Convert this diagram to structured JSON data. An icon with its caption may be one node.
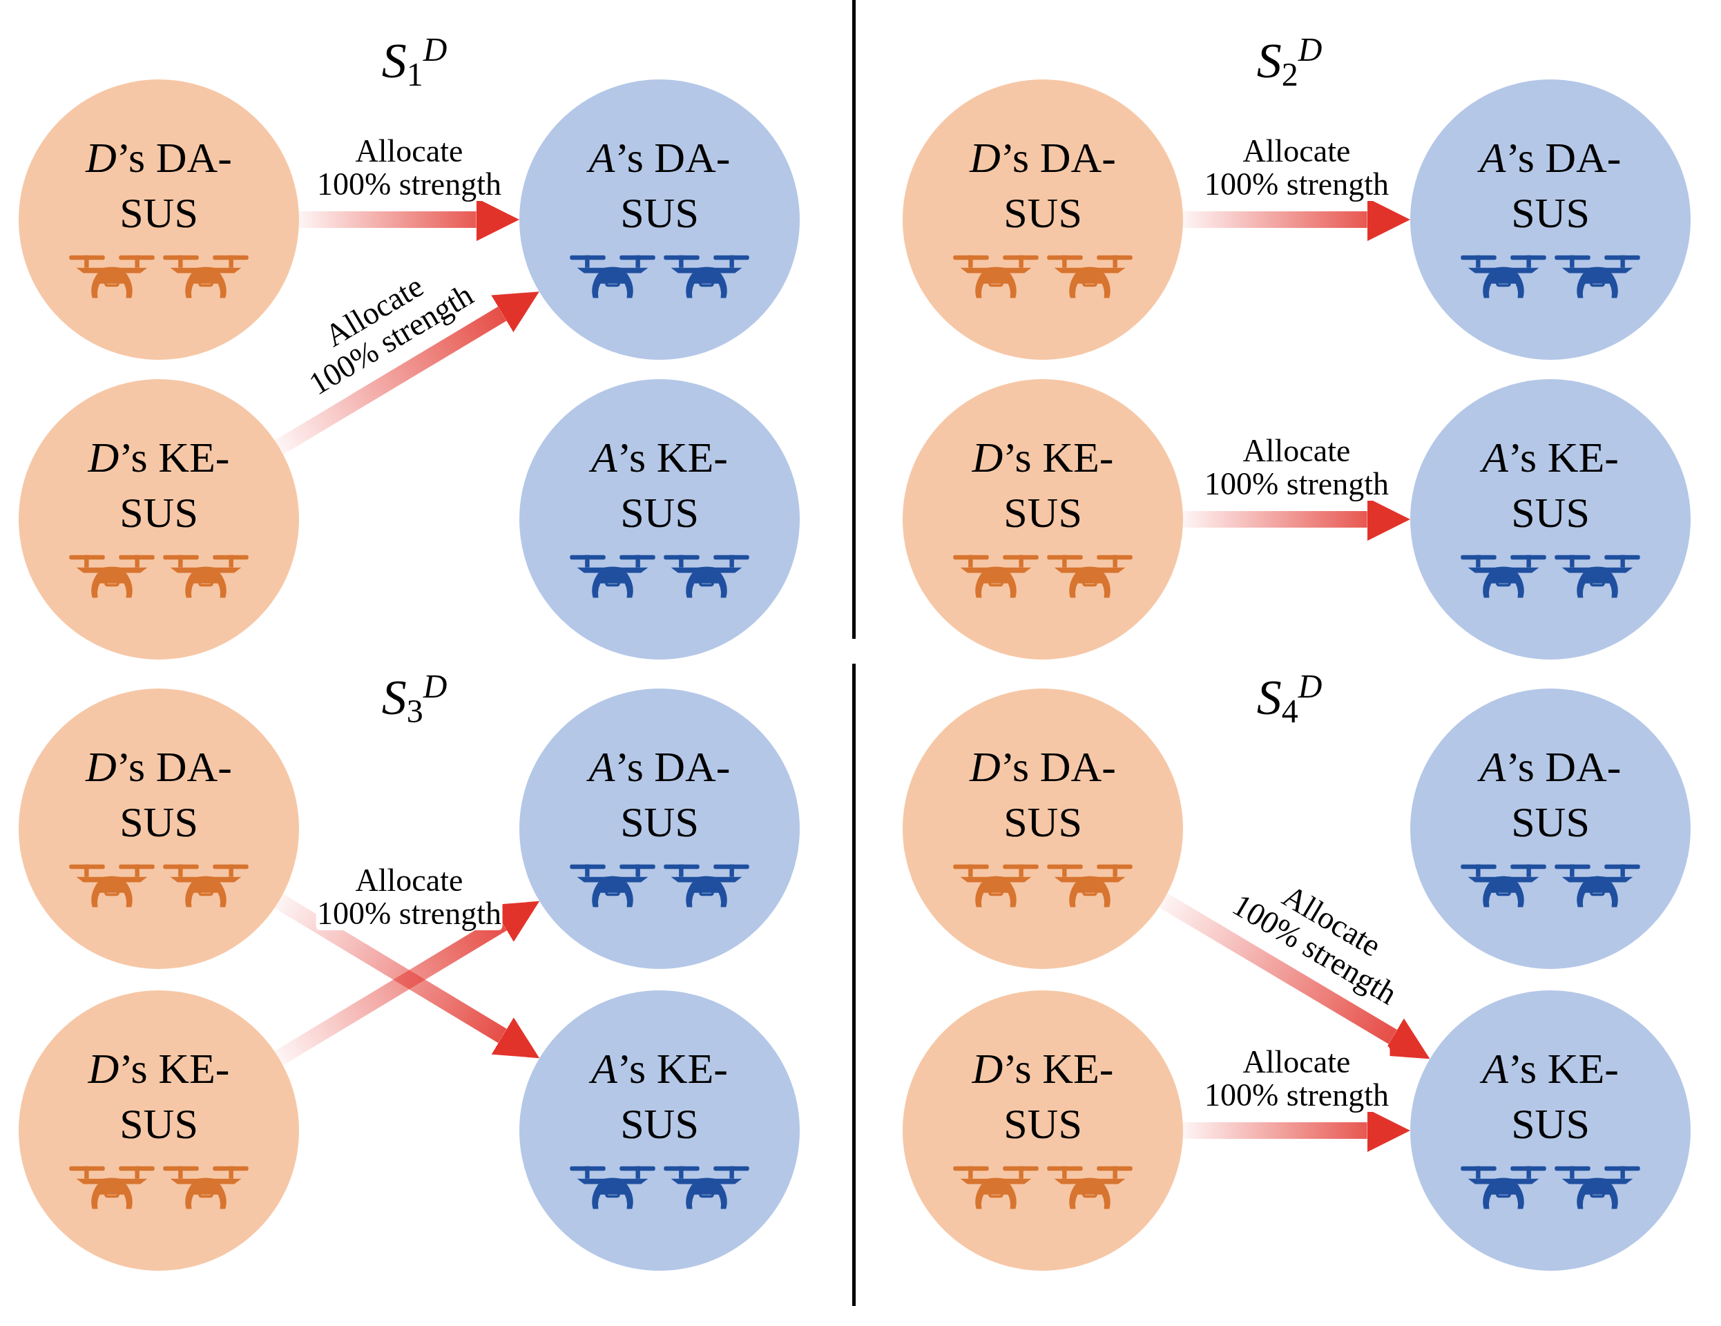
{
  "diagram": {
    "nodes": [
      {
        "text": [
          "*D*’s DA-SUS"
        ]
      },
      {
        "text": [
          "*A*’s DA-SUS"
        ]
      },
      {
        "text": [
          "*D*’s KE-SUS"
        ]
      },
      {
        "text": [
          "*A*’s KE-SUS"
        ]
      },
      {
        "text": [
          "*D*’s DA-SUS"
        ]
      },
      {
        "text": [
          "*A*’s DA-SUS"
        ]
      },
      {
        "text": [
          "*D*’s KE-SUS"
        ]
      },
      {
        "text": [
          "*A*’s KE-SUS"
        ]
      },
      {
        "text": [
          "*D*’s DA-SUS"
        ]
      },
      {
        "text": [
          "*A*’s DA-SUS"
        ]
      },
      {
        "text": [
          "*D*’s KE-SUS"
        ]
      },
      {
        "text": [
          "*A*’s KE-SUS"
        ]
      },
      {
        "text": [
          "*D*’s DA-SUS"
        ]
      },
      {
        "text": [
          "*A*’s DA-SUS"
        ]
      },
      {
        "text": [
          "*D*’s KE-SUS"
        ]
      },
      {
        "text": [
          "*A*’s KE-SUS"
        ]
      }
    ],
    "edges": [
      {
        "from": 0,
        "to": 1,
        "arrow": "to",
        "label": "Allocate 100% strength",
        "style": "thick"
      },
      {
        "from": 2,
        "to": 1,
        "arrow": "to",
        "label": "Allocate 100% strength",
        "style": "thick"
      },
      {
        "from": 4,
        "to": 5,
        "arrow": "to",
        "label": "Allocate 100% strength",
        "style": "thick"
      },
      {
        "from": 6,
        "to": 7,
        "arrow": "to",
        "label": "Allocate 100% strength",
        "style": "thick"
      },
      {
        "from": 8,
        "to": 11,
        "arrow": "to",
        "label": "Allocate 100% strength",
        "style": "thick"
      },
      {
        "from": 10,
        "to": 9,
        "arrow": "to",
        "style": "thick"
      },
      {
        "from": 12,
        "to": 15,
        "arrow": "to",
        "label": "Allocate 100% strength",
        "style": "thick"
      },
      {
        "from": 14,
        "to": 15,
        "arrow": "to",
        "label": "Allocate 100% strength",
        "style": "thick"
      }
    ],
    "labels": [
      "*S*$_{1}$$^{D}$",
      "*S*$_{2}$$^{D}$",
      "*S*$_{3}$$^{D}$",
      "*S*$_{4}$$^{D}$"
    ]
  }
}
